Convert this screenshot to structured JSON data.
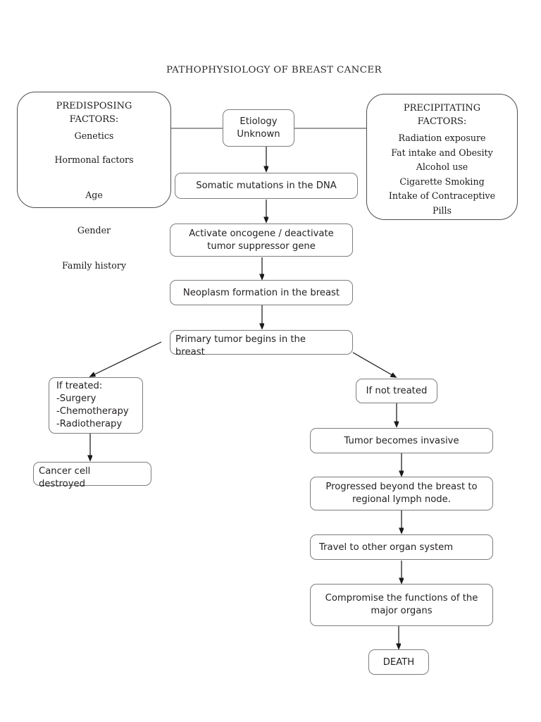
{
  "title": "PATHOPHYSIOLOGY OF BREAST CANCER",
  "panels": {
    "predisposing": {
      "heading": "PREDISPOSING\nFACTORS:",
      "items": [
        "Genetics",
        "Hormonal factors",
        "Age",
        "Gender",
        "Family history"
      ]
    },
    "precipitating": {
      "heading": "PRECIPITATING\nFACTORS:",
      "items": [
        "Radiation exposure",
        "Fat intake and Obesity",
        "Alcohol use",
        "Cigarette Smoking",
        "Intake of Contraceptive",
        "Pills"
      ]
    }
  },
  "nodes": {
    "etiology": "Etiology\nUnknown",
    "somatic": "Somatic mutations in the DNA",
    "activate": "Activate oncogene / deactivate\ntumor suppressor gene",
    "neoplasm": "Neoplasm formation in the breast",
    "primary_tumor": "Primary tumor begins in the\nbreast",
    "if_treated": "If treated:\n-Surgery\n-Chemotherapy\n-Radiotherapy",
    "cancer_destroyed": "Cancer cell\ndestroyed",
    "if_not_treated": "If not treated",
    "invasive": "Tumor becomes invasive",
    "progressed": "Progressed beyond the breast to\nregional lymph node.",
    "travel": "Travel to other organ system",
    "compromise": "Compromise the functions of the\nmajor organs",
    "death": "DEATH"
  },
  "colors": {
    "ink": "#231f20",
    "box_border": "#7d7d7d",
    "panel_border": "#4d4d4d",
    "arrow": "#1a1a1a",
    "background": "#ffffff"
  }
}
